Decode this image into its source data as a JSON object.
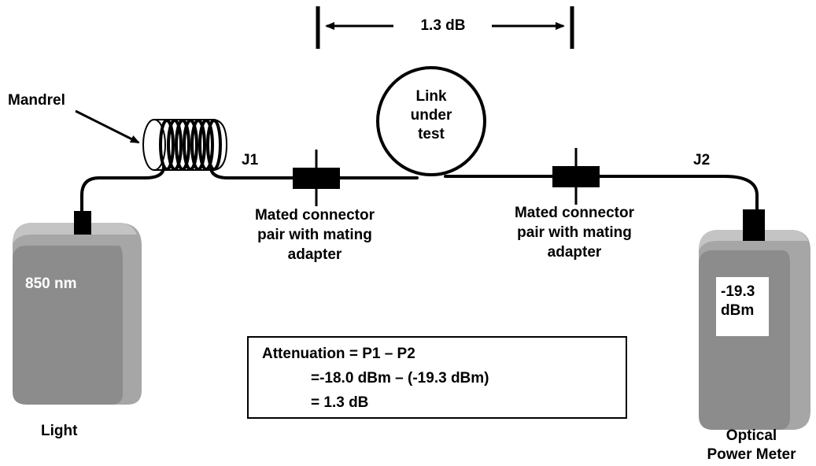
{
  "labels": {
    "loss_span": "1.3 dB",
    "mandrel": "Mandrel",
    "link_line1": "Link",
    "link_line2": "under",
    "link_line3": "test",
    "j1": "J1",
    "j2": "J2",
    "left_connector": [
      "Mated connector",
      "pair with mating",
      "adapter"
    ],
    "right_connector": [
      "Mated connector",
      "pair with mating",
      "adapter"
    ],
    "source_wavelength": "850 nm",
    "source_name": "Light",
    "meter_reading_value": "-19.3",
    "meter_reading_unit": "dBm",
    "meter_name_line1": "Optical",
    "meter_name_line2": "Power Meter"
  },
  "formula": {
    "line1": "Attenuation = P1 – P2",
    "line2": "=-18.0 dBm – (-19.3 dBm)",
    "line3": "= 1.3 dB"
  },
  "colors": {
    "instrument_front": "#8c8c8c",
    "instrument_top": "#bdbdbd",
    "instrument_side": "#a6a6a6",
    "ink": "#000000"
  }
}
